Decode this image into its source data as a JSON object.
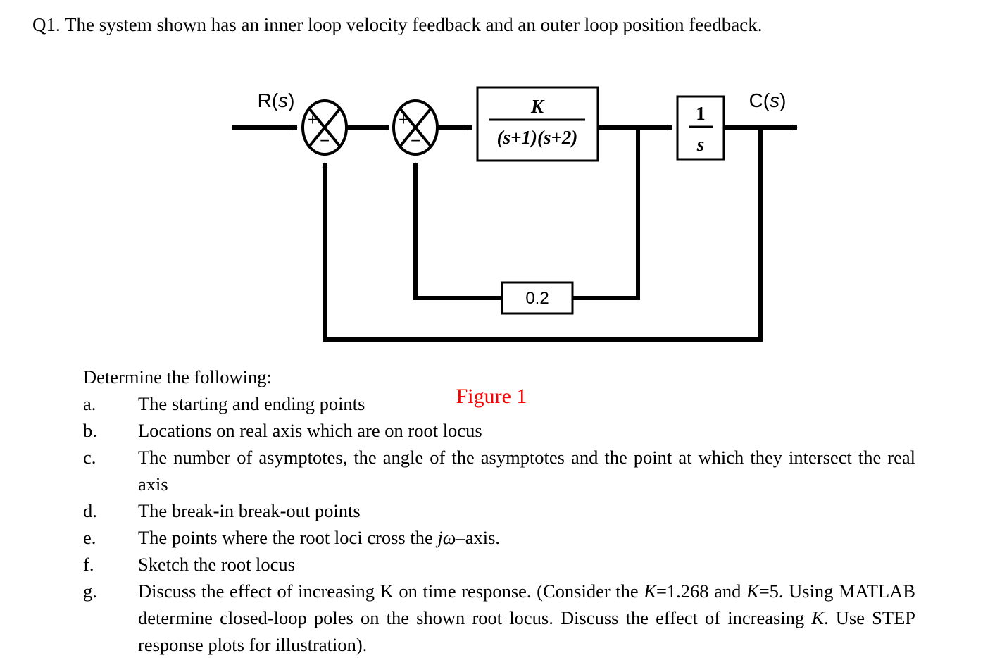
{
  "heading": "Q1. The system shown has an inner loop velocity feedback and an outer loop position feedback.",
  "figure": {
    "caption": "Figure 1",
    "caption_color": "#fe0000",
    "input_label": "R(s)",
    "output_label": "C(s)",
    "sum1": {
      "plus": "+",
      "minus": "−",
      "name": "outer-summing-junction"
    },
    "sum2": {
      "plus": "+",
      "minus": "−",
      "name": "inner-summing-junction"
    },
    "plant_block": {
      "numerator": "K",
      "denominator": "(s+1)(s+2)"
    },
    "integrator_block": {
      "numerator": "1",
      "denominator": "s"
    },
    "feedback_gain_block": {
      "value": "0.2"
    }
  },
  "body": {
    "intro": "Determine the following:",
    "items": [
      {
        "marker": "a.",
        "text": "The starting and ending points",
        "justify": false
      },
      {
        "marker": "b.",
        "text": "Locations on real axis which are on root locus",
        "justify": false
      },
      {
        "marker": "c.",
        "text": "The number of asymptotes, the angle of the asymptotes and the point at which they intersect the real axis",
        "justify": true
      },
      {
        "marker": "d.",
        "text": "The break-in break-out points",
        "justify": false
      },
      {
        "marker": "e.",
        "text": "The points where the root loci cross the jω–axis.",
        "justify": false
      },
      {
        "marker": "f.",
        "text": "Sketch the root locus",
        "justify": false
      },
      {
        "marker": "g.",
        "text": "Discuss the effect of increasing K on time response. (Consider the K=1.268 and K=5. Using MATLAB determine closed-loop poles on the shown root locus. Discuss the effect of increasing K. Use STEP response plots for illustration).",
        "justify": true
      }
    ]
  }
}
